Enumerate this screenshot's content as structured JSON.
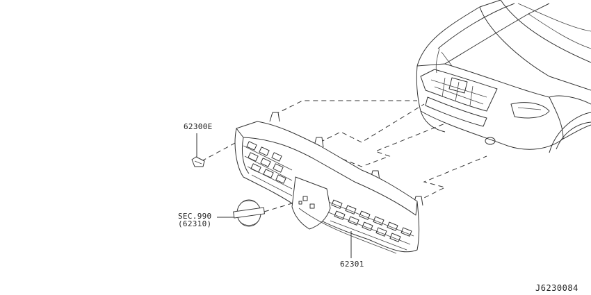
{
  "labels": {
    "clip_part": "62300E",
    "emblem_sec": "SEC.990",
    "emblem_ref": "(62310)",
    "grille_part": "62301",
    "diagram_code": "J6230084"
  }
}
